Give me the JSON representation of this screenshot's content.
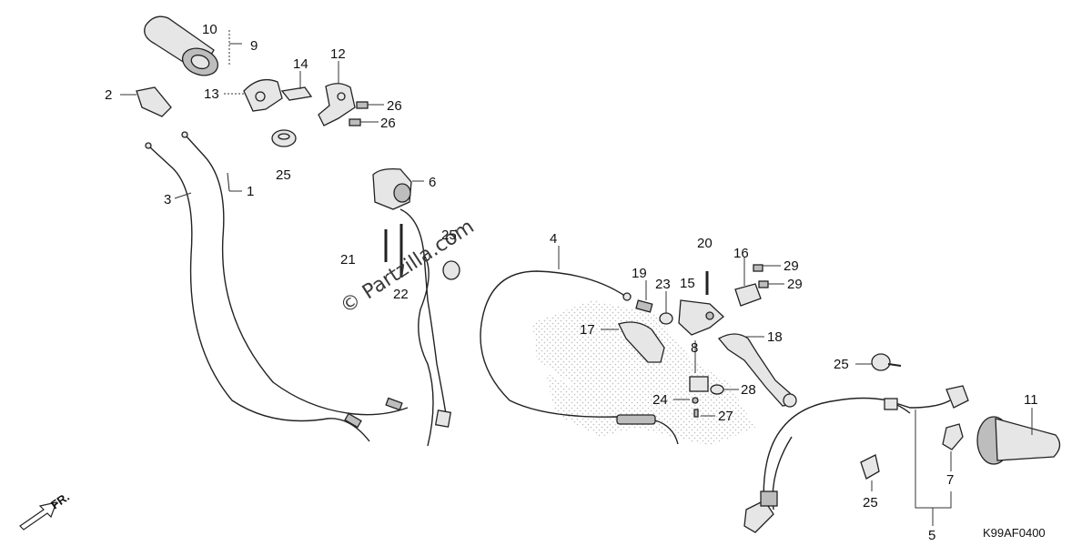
{
  "diagram": {
    "code": "K99AF0400",
    "front_arrow_label": "FR.",
    "watermark": "© Partzilla.com"
  },
  "callouts": [
    {
      "id": "c10",
      "text": "10"
    },
    {
      "id": "c9",
      "text": "9"
    },
    {
      "id": "c2",
      "text": "2"
    },
    {
      "id": "c13",
      "text": "13"
    },
    {
      "id": "c14",
      "text": "14"
    },
    {
      "id": "c12",
      "text": "12"
    },
    {
      "id": "c26a",
      "text": "26"
    },
    {
      "id": "c26b",
      "text": "26"
    },
    {
      "id": "c25a",
      "text": "25"
    },
    {
      "id": "c3",
      "text": "3"
    },
    {
      "id": "c1",
      "text": "1"
    },
    {
      "id": "c6",
      "text": "6"
    },
    {
      "id": "c25b",
      "text": "25"
    },
    {
      "id": "c21",
      "text": "21"
    },
    {
      "id": "c22",
      "text": "22"
    },
    {
      "id": "c4",
      "text": "4"
    },
    {
      "id": "c20",
      "text": "20"
    },
    {
      "id": "c16",
      "text": "16"
    },
    {
      "id": "c29a",
      "text": "29"
    },
    {
      "id": "c29b",
      "text": "29"
    },
    {
      "id": "c19",
      "text": "19"
    },
    {
      "id": "c23",
      "text": "23"
    },
    {
      "id": "c15",
      "text": "15"
    },
    {
      "id": "c17",
      "text": "17"
    },
    {
      "id": "c8",
      "text": "8"
    },
    {
      "id": "c18",
      "text": "18"
    },
    {
      "id": "c24",
      "text": "24"
    },
    {
      "id": "c28",
      "text": "28"
    },
    {
      "id": "c27",
      "text": "27"
    },
    {
      "id": "c25c",
      "text": "25"
    },
    {
      "id": "c11",
      "text": "11"
    },
    {
      "id": "c7",
      "text": "7"
    },
    {
      "id": "c25d",
      "text": "25"
    },
    {
      "id": "c5",
      "text": "5"
    }
  ]
}
